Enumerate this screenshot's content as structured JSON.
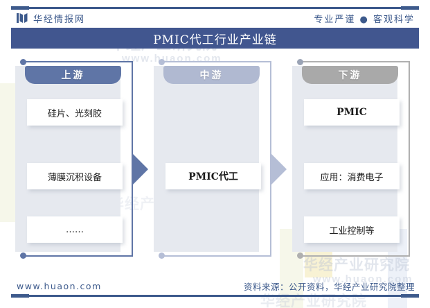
{
  "header": {
    "brand_name": "华经情报网",
    "brand_icon": "open-book-icon",
    "tagline": "专业严谨 ● 客观科学"
  },
  "title_bar": {
    "title": "PMIC代工行业产业链",
    "background_color": "#41568f",
    "text_color": "#ffffff"
  },
  "diagram": {
    "type": "industry-value-chain",
    "columns": [
      {
        "key": "upstream",
        "header_label": "上游",
        "header_color": "#5f75a6",
        "panel_color": "#e6e9ef",
        "frame_color": "#5f75a6",
        "nodes": [
          {
            "label": "硅片、光刻胶",
            "script": "cjk"
          },
          {
            "label": "薄膜沉积设备",
            "script": "cjk"
          },
          {
            "label": "……",
            "script": "cjk"
          }
        ]
      },
      {
        "key": "midstream",
        "header_label": "中游",
        "header_color": "#b0b9d1",
        "panel_color": "#e6e9ef",
        "frame_color": "#b5bed6",
        "nodes": [
          {
            "label": "PMIC代工",
            "script": "latin"
          }
        ]
      },
      {
        "key": "downstream",
        "header_label": "下游",
        "header_color": "#a9a9a9",
        "panel_color": "#e6e9ef",
        "frame_color": "#b0b0b0",
        "nodes": [
          {
            "label": "PMIC",
            "script": "latin"
          },
          {
            "label": "应用：消费电子",
            "script": "cjk"
          },
          {
            "label": "工业控制等",
            "script": "cjk"
          }
        ]
      }
    ],
    "arrows": [
      {
        "name": "arrow-upstream-to-midstream",
        "color": "#5f75a6",
        "direction": "right"
      },
      {
        "name": "arrow-midstream-to-downstream",
        "color": "#b5bed6",
        "direction": "right"
      }
    ]
  },
  "watermark": {
    "cn_text": "华经产业研究院",
    "en_text": "www.huaon.com"
  },
  "footer": {
    "site_url": "www.huaon.com",
    "source_note": "资料来源：公开资料，华经产业研究院整理"
  },
  "colors": {
    "accent_blue": "#3d5a8c",
    "title_blue": "#41568f",
    "panel_gray": "#e6e9ef",
    "node_white": "#ffffff"
  }
}
